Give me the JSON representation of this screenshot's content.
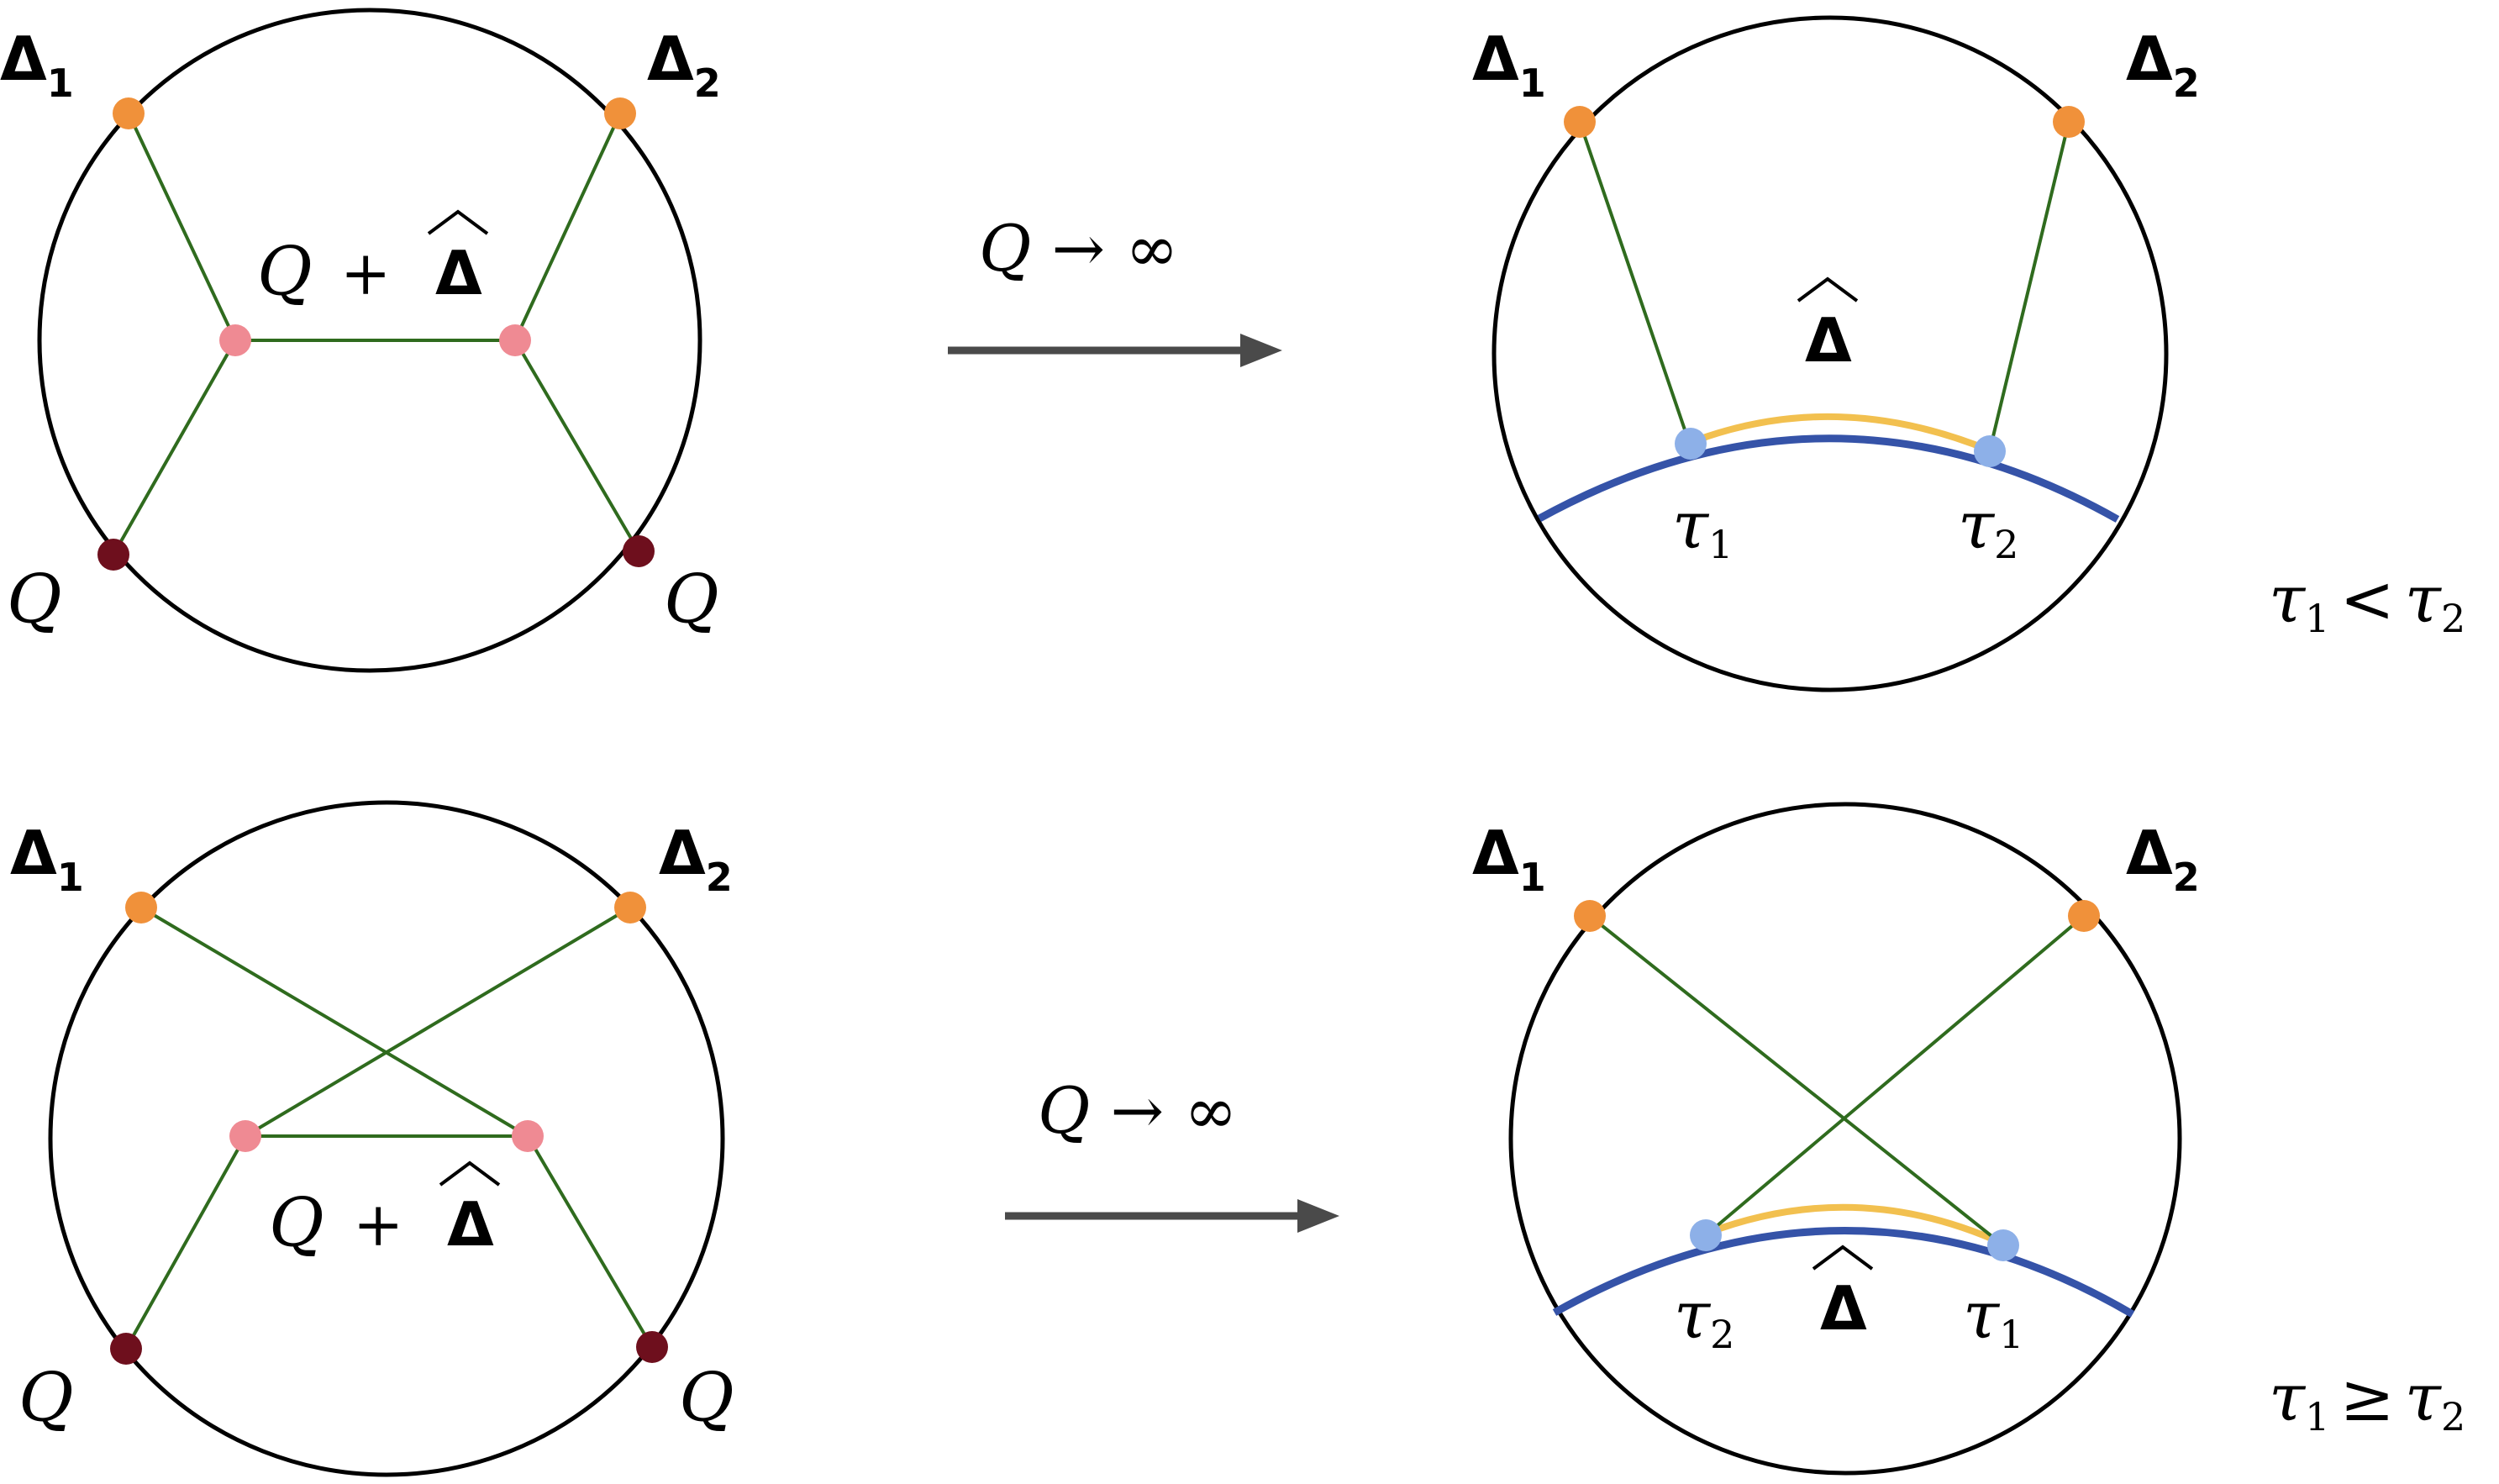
{
  "colors": {
    "circle": "#000000",
    "propagator": "#2f6b1e",
    "external_vertex": "#f0913a",
    "interaction_vertex": "#ef8a93",
    "heavy_vertex": "#6e0f1d",
    "boundary_curve": "#3553a8",
    "boundary_vertex": "#8db0e8",
    "exchange_arc": "#f2c04f",
    "arrow": "#4a4a4a"
  },
  "labels": {
    "delta_symbol": "Δ",
    "sub_1": "1",
    "sub_2": "2",
    "Q": "Q",
    "plus": "+",
    "hat": "^",
    "limit_text": "Q → ∞",
    "tau": "τ",
    "less_than": "<",
    "geq": "≥"
  },
  "panels": {
    "top_left": {
      "description_free": true
    },
    "top_right": {
      "condition": "τ1 < τ2"
    },
    "bottom_left": {
      "description_free": true
    },
    "bottom_right": {
      "condition": "τ1 ≥ τ2"
    }
  }
}
